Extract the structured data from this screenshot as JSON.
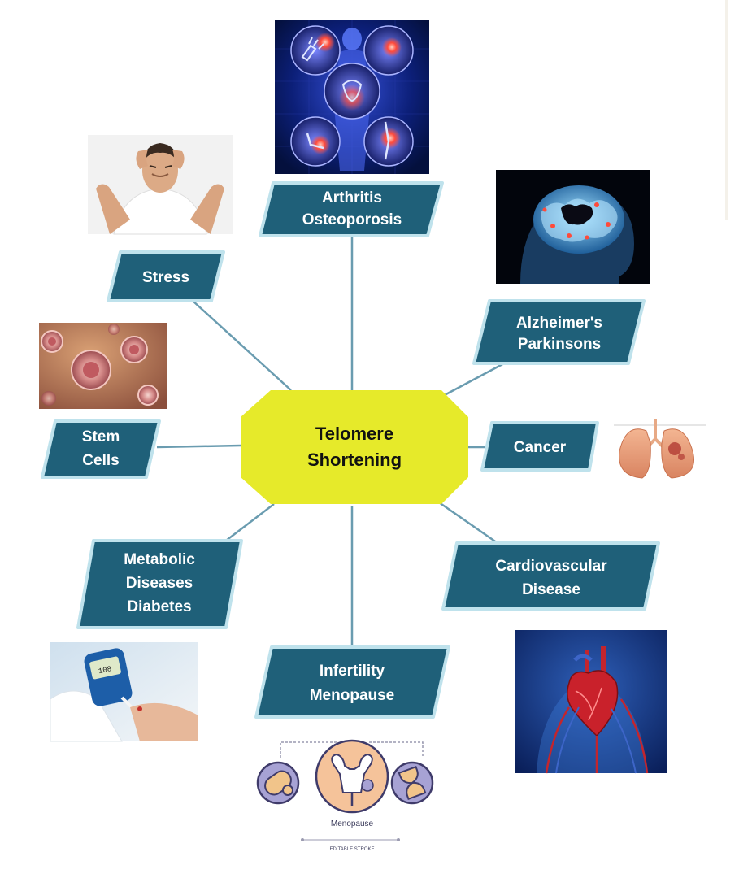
{
  "center": {
    "lines": [
      "Telomere",
      "Shortening"
    ]
  },
  "nodes": {
    "arthritis": [
      "Arthritis",
      "Osteoporosis"
    ],
    "stress": [
      "Stress"
    ],
    "alzheimers": [
      "Alzheimer's",
      "Parkinsons"
    ],
    "stem_cells": [
      "Stem",
      "Cells"
    ],
    "cancer": [
      "Cancer"
    ],
    "metabolic": [
      "Metabolic",
      "Diseases",
      "Diabetes"
    ],
    "cardiovascular": [
      "Cardiovascular",
      "Disease"
    ],
    "infertility": [
      "Infertility",
      "Menopause"
    ]
  },
  "menopause_icon": {
    "caption": "Menopause",
    "subcaption": "EDITABLE STROKE"
  },
  "glucometer_display": "108",
  "colors": {
    "node_fill": "#1f6079",
    "node_border": "#bfe2ec",
    "center_fill": "#e6ea2a",
    "connector": "#6a9cb0"
  }
}
